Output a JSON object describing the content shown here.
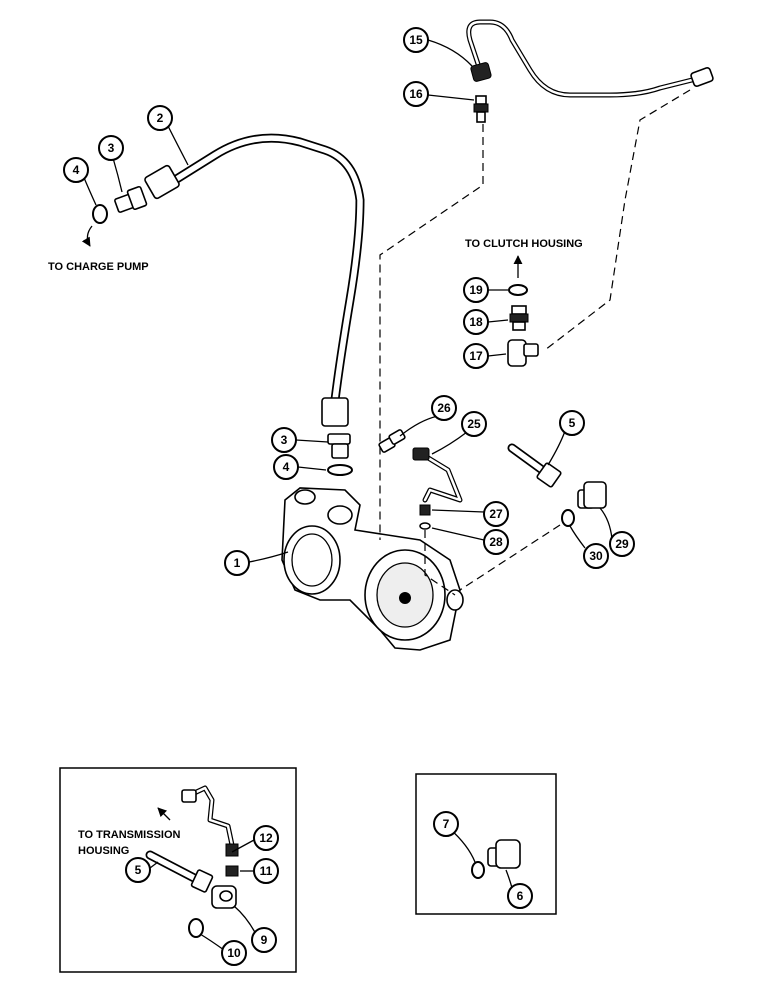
{
  "labels": {
    "charge_pump": "TO CHARGE PUMP",
    "clutch_housing": "TO CLUTCH HOUSING",
    "transmission_line1": "TO TRANSMISSION",
    "transmission_line2": "HOUSING"
  },
  "callouts": {
    "c1": "1",
    "c2": "2",
    "c3a": "3",
    "c3b": "3",
    "c4a": "4",
    "c4b": "4",
    "c5a": "5",
    "c5b": "5",
    "c6": "6",
    "c7": "7",
    "c9": "9",
    "c10": "10",
    "c11": "11",
    "c12": "12",
    "c15": "15",
    "c16": "16",
    "c17": "17",
    "c18": "18",
    "c19": "19",
    "c25": "25",
    "c26": "26",
    "c27": "27",
    "c28": "28",
    "c29": "29",
    "c30": "30"
  }
}
